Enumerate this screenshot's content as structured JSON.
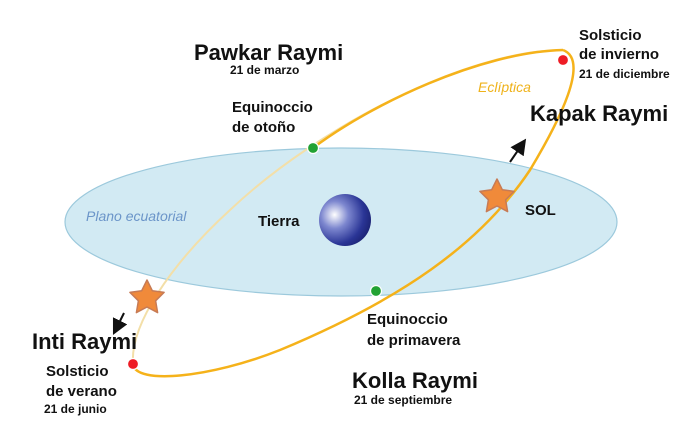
{
  "festivals": {
    "pawkar": {
      "name": "Pawkar Raymi",
      "date": "21 de marzo"
    },
    "kapak": {
      "name": "Kapak Raymi"
    },
    "inti": {
      "name": "Inti Raymi"
    },
    "kolla": {
      "name": "Kolla Raymi",
      "date": "21 de septiembre"
    }
  },
  "points": {
    "equinox_autumn": {
      "line1": "Equinoccio",
      "line2": "de otoño"
    },
    "solstice_winter": {
      "line1": "Solsticio",
      "line2": "de invierno",
      "date": "21 de diciembre"
    },
    "solstice_summer": {
      "line1": "Solsticio",
      "line2": "de verano",
      "date": "21 de junio"
    },
    "equinox_spring": {
      "line1": "Equinoccio",
      "line2": "de primavera"
    }
  },
  "bodies": {
    "earth": "Tierra",
    "sun": "SOL"
  },
  "planes": {
    "equatorial": "Plano ecuatorial",
    "ecliptic": "Eclíptica"
  },
  "colors": {
    "equatorial_fill": "#d2eaf3",
    "equatorial_stroke": "#9cc9dc",
    "ecliptic": "#f5b21a",
    "ecliptic_back": "#f3dfa8",
    "equinox_dot": "#22a233",
    "solstice_dot": "#ee1c25",
    "star_fill": "#f08a3a",
    "equatorial_text": "#6b95c9",
    "ecliptic_text": "#efb21a"
  },
  "icons": {
    "sun": "star-icon",
    "motion": "arrow-icon"
  }
}
